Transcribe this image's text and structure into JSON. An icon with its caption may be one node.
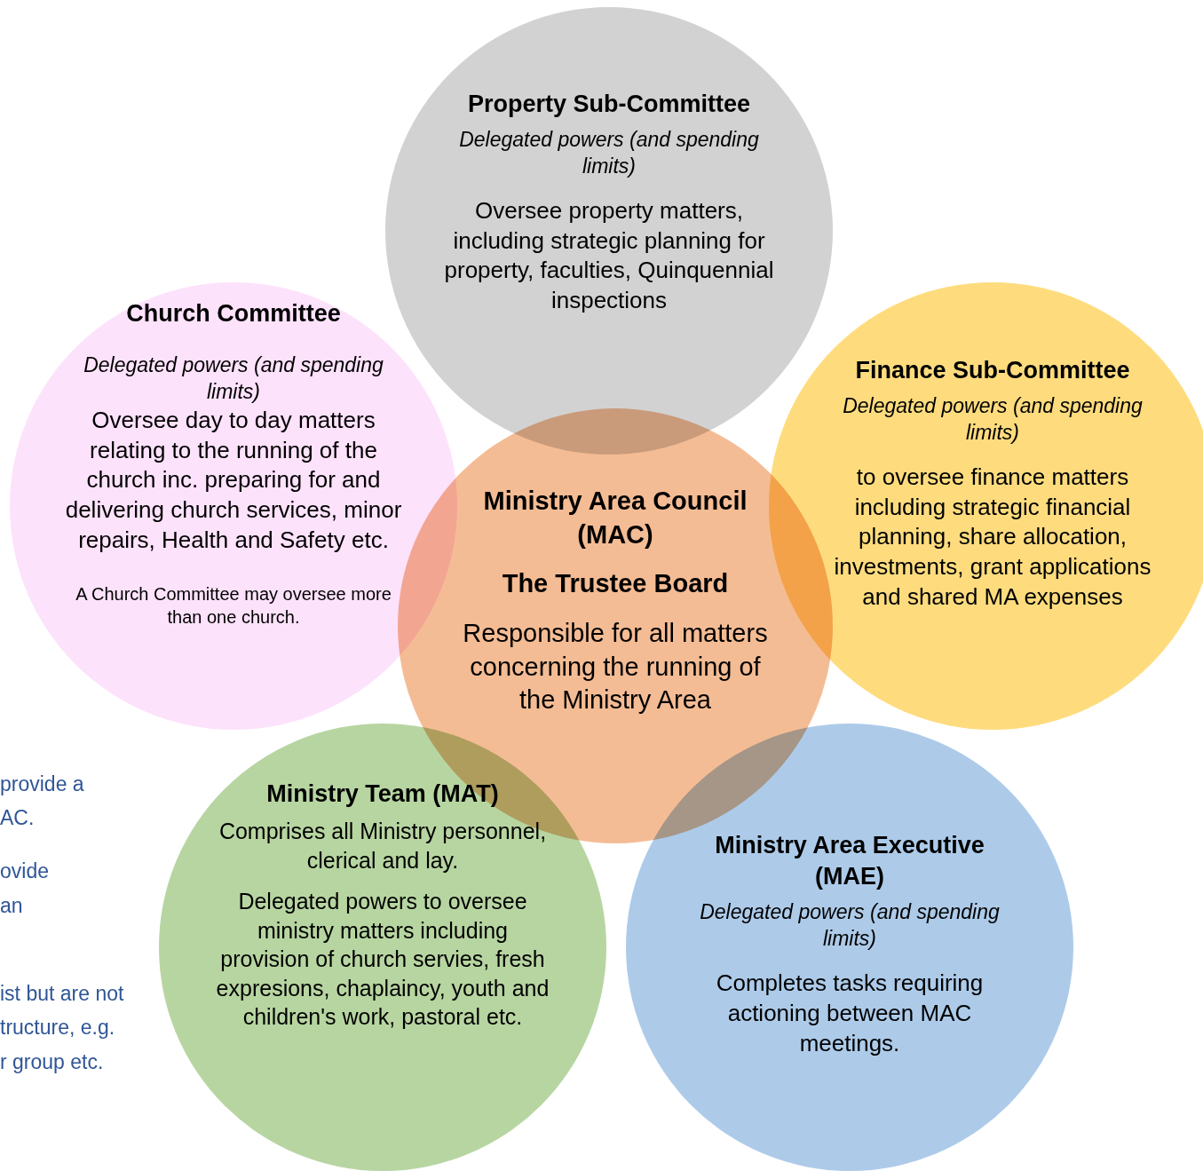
{
  "diagram": {
    "nodes": [
      {
        "text": [
          "Property Sub-Committee",
          "Delegated powers (and spending limits)",
          "Oversee property matters, including strategic planning for property, faculties, Quinquennial inspections"
        ]
      },
      {
        "text": [
          "Church Committee",
          "Delegated powers (and spending limits)",
          "Oversee day to day matters relating to the running of the church inc. preparing for and delivering church services, minor repairs, Health and Safety etc.",
          "A Church Committee may oversee more than one church."
        ]
      },
      {
        "text": [
          "Finance Sub-Committee",
          "Delegated powers (and spending limits)",
          "to oversee finance matters including strategic financial planning, share allocation, investments, grant applications and shared MA expenses"
        ]
      },
      {
        "text": [
          "Ministry Area Council (MAC)",
          "The Trustee Board",
          "Responsible for all matters concerning the running of the Ministry Area"
        ]
      },
      {
        "text": [
          "Ministry Team (MAT)",
          "Comprises all Ministry personnel, clerical and lay.",
          "Delegated powers to oversee ministry matters including provision of church servies, fresh expresions, chaplaincy, youth and children's work, pastoral etc."
        ]
      },
      {
        "text": [
          "Ministry Area Executive (MAE)",
          "Delegated powers (and spending limits)",
          "Completes tasks requiring actioning between MAC meetings."
        ]
      }
    ],
    "edges": [],
    "labels": [
      "provide a",
      "AC.",
      "ovide",
      "an",
      "ist but are not",
      "tructure, e.g.",
      "r group etc."
    ]
  }
}
